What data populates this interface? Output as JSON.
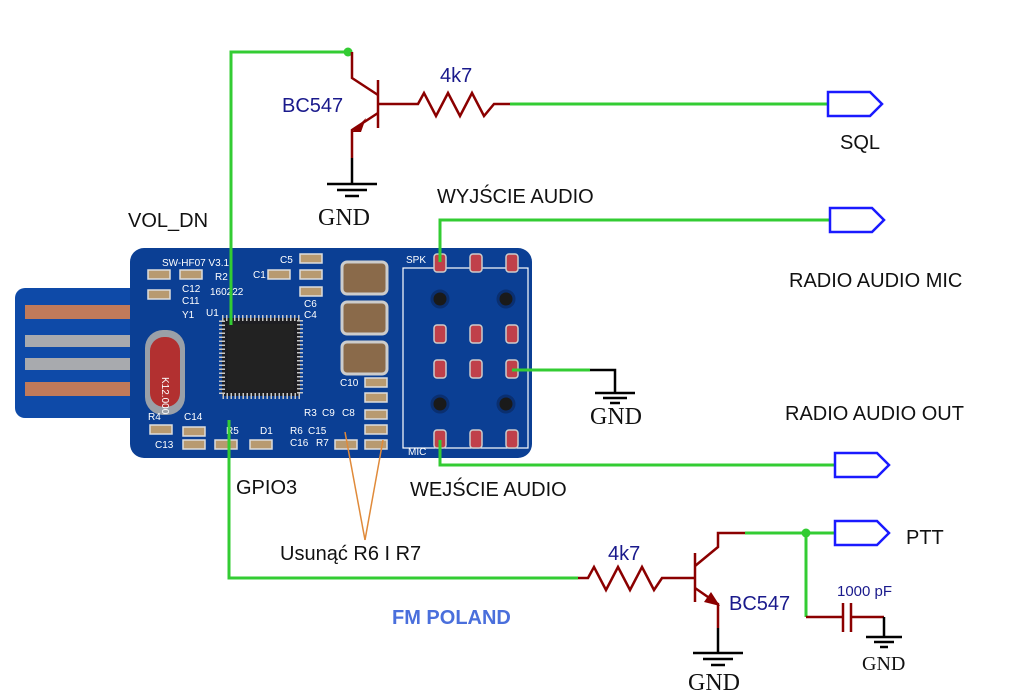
{
  "labels": {
    "vol_dn": "VOL_DN",
    "gpio3": "GPIO3",
    "sql": "SQL",
    "wyjscie_audio": "WYJŚCIE AUDIO",
    "radio_audio_mic": "RADIO AUDIO MIC",
    "radio_audio_out": "RADIO AUDIO OUT",
    "wejscie_audio": "WEJŚCIE AUDIO",
    "ptt": "PTT",
    "note": "Usunąć R6 I R7",
    "credit": "FM POLAND"
  },
  "components": {
    "q1": "BC547",
    "r1": "4k7",
    "q2": "BC547",
    "r2": "4k7",
    "c1": "1000 pF",
    "gnd": "GND"
  },
  "pcb": {
    "model": "SW-HF07 V3.1",
    "date": "160222",
    "crystal": "K12.000",
    "silkscreen": [
      "R2",
      "C1",
      "C5",
      "C12",
      "C11",
      "C6",
      "C4",
      "U1",
      "Y1",
      "R4",
      "C14",
      "C13",
      "R5",
      "D1",
      "R6",
      "C15",
      "C16",
      "R7",
      "R3",
      "C9",
      "C8",
      "C10",
      "SPK",
      "MIC"
    ]
  },
  "colors": {
    "wire": "#33cc33",
    "component": "#8b0000",
    "connector": "#1a1aff",
    "credit": "#4a6fdc",
    "pcb": "#0b3f94"
  }
}
